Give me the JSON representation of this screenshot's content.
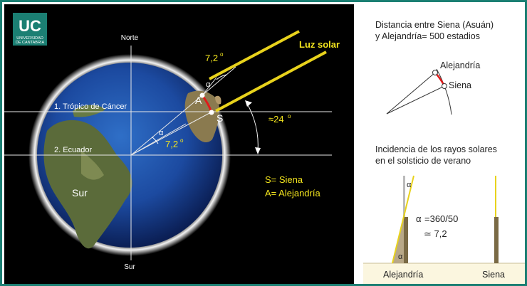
{
  "logo": {
    "letters": "UC",
    "line1": "UNIVERSIDAD",
    "line2": "DE CANTABRIA",
    "color": "#1b7f73"
  },
  "globe": {
    "north_label": "Norte",
    "south_label": "Sur",
    "south_continent_label": "Sur",
    "tropic_label": "1. Trópico de Cáncer",
    "equator_label": "2. Ecuador",
    "point_a": "A",
    "point_s": "S",
    "alpha_symbol": "α",
    "angle_label_top": "7,2",
    "angle_label_center": "7,2",
    "degree_symbol": "o",
    "tilt_label": "≈24",
    "sunlight_label": "Luz solar",
    "legend_s": "S= Siena",
    "legend_a": "A= Alejandría"
  },
  "distance_panel": {
    "line1": "Distancia entre Siena (Asuán)",
    "line2": "y Alejandría= 500 estadios",
    "label_alejandria": "Alejandría",
    "label_siena": "Siena"
  },
  "incidence_panel": {
    "line1": "Incidencia de los rayos solares",
    "line2": "en el solsticio de verano",
    "alpha_symbol": "α",
    "formula_alpha": "α",
    "formula_line1": "=360/50",
    "formula_line2": "≃ 7,2",
    "ground_label_left": "Alejandría",
    "ground_label_right": "Siena"
  },
  "colors": {
    "sun_ray": "#e8d21c",
    "label_yellow": "#f2e41e",
    "arc_red": "#e01a1a",
    "accent": "#1b7f73"
  }
}
